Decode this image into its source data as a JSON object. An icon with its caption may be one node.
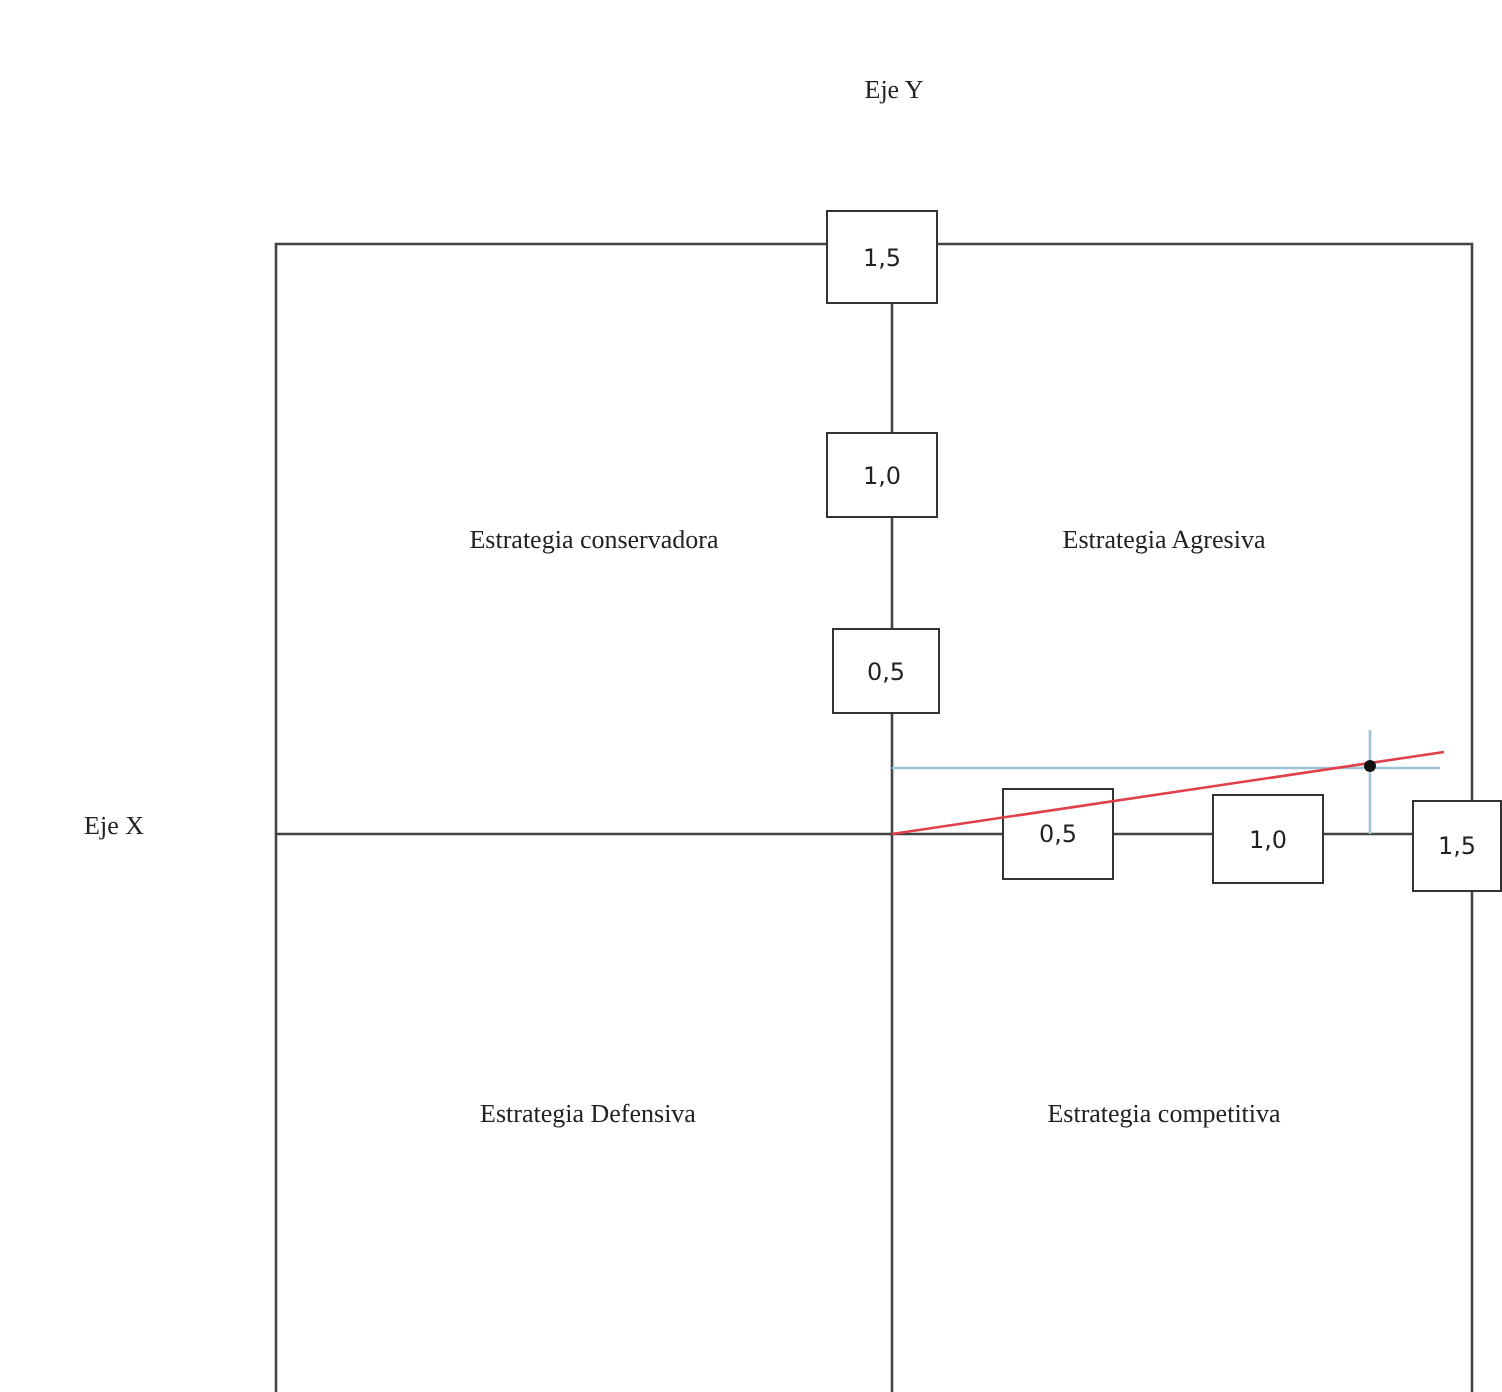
{
  "diagram": {
    "nodes": [
      {
        "text": [
          "1,5"
        ]
      },
      {
        "text": [
          "1,0"
        ]
      },
      {
        "text": [
          "0,5"
        ]
      },
      {
        "text": [
          "0,5"
        ]
      },
      {
        "text": [
          "1,0"
        ]
      },
      {
        "text": [
          "1,5"
        ]
      }
    ],
    "labels": [
      "Eje Y",
      "Eje X",
      "Estrategia conservadora",
      "Estrategia Agresiva",
      "Estrategia Defensiva",
      "Estrategia competitiva"
    ]
  }
}
